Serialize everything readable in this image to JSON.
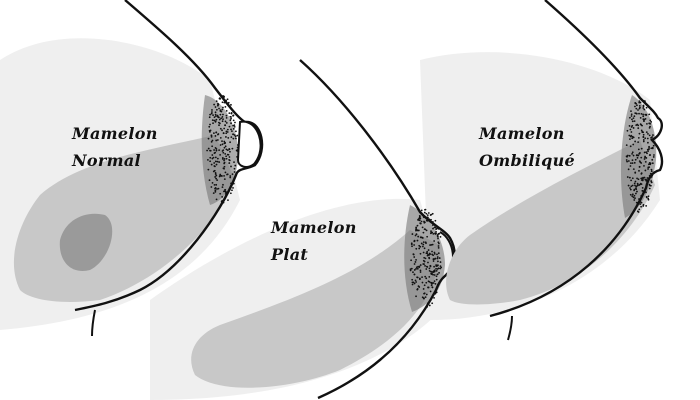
{
  "figures": [
    {
      "id": "normal",
      "line1": "Mamelon",
      "line2": "Normal"
    },
    {
      "id": "plat",
      "line1": "Mamelon",
      "line2": "Plat"
    },
    {
      "id": "ombilique",
      "line1": "Mamelon",
      "line2": "Ombiliqué"
    }
  ],
  "colors": {
    "shade": "#c8c8c8",
    "shade_light": "#ececec",
    "line": "#111111",
    "areola": "#555555"
  }
}
